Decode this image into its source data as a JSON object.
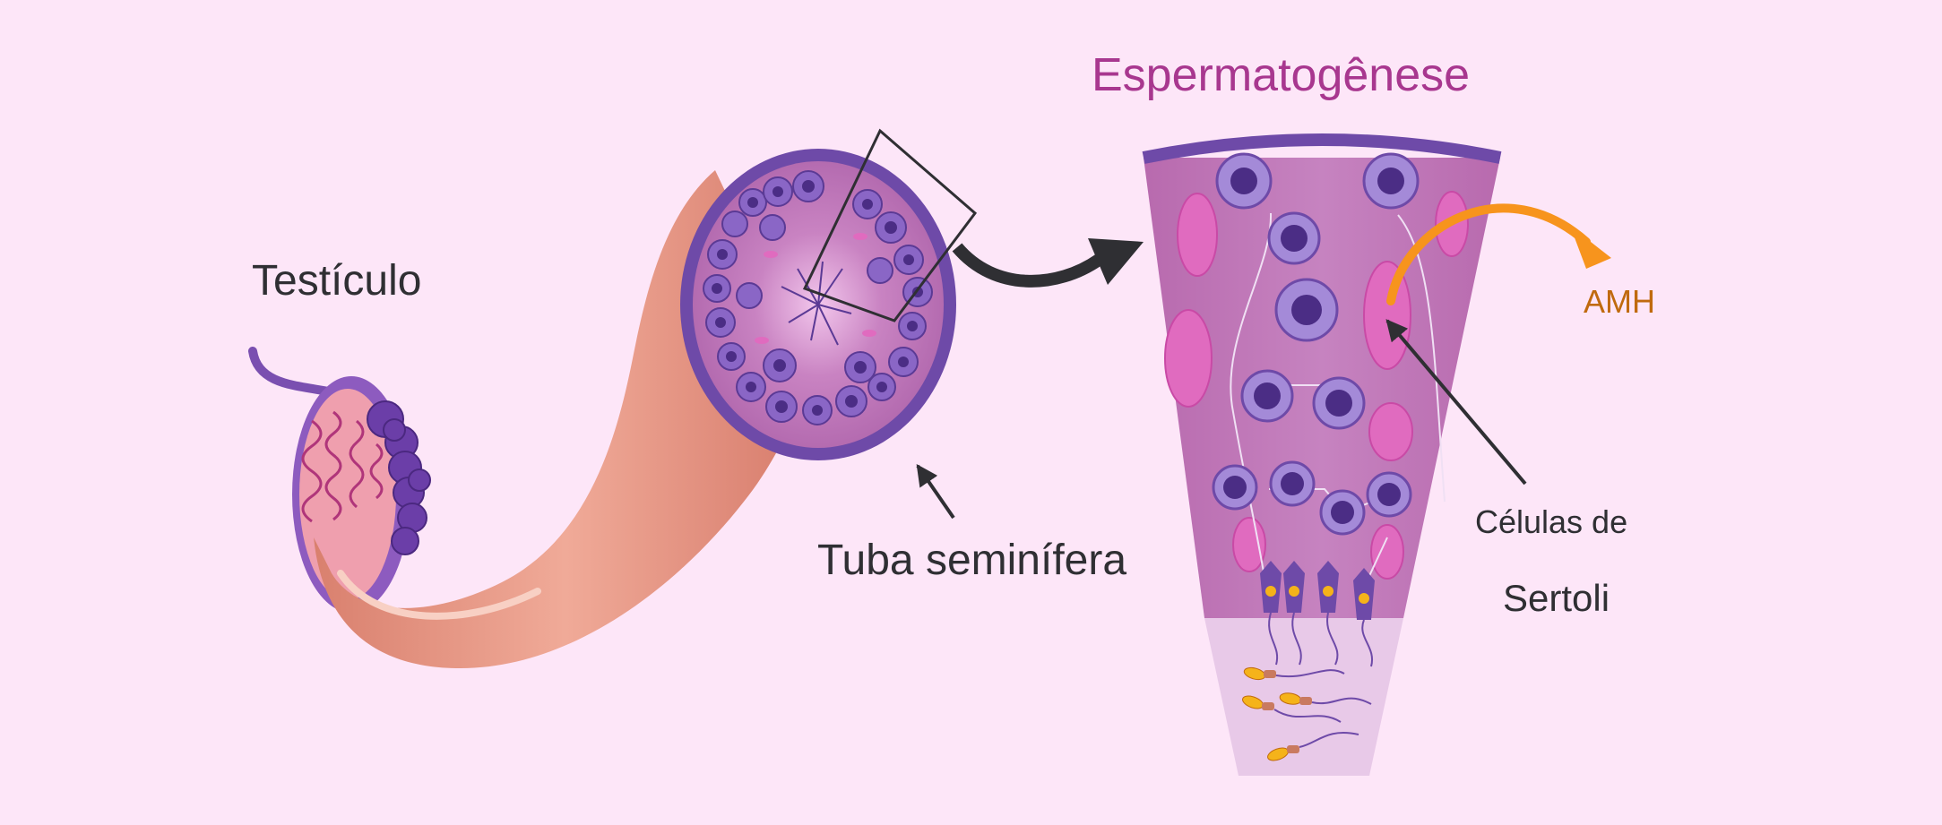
{
  "title": "Espermatogênese",
  "labels": {
    "testiculo": "Testículo",
    "tuba": "Tuba seminífera",
    "amh": "AMH",
    "celulas_line1": "Células de",
    "celulas_line2": "Sertoli"
  },
  "colors": {
    "background": "#fde6f8",
    "title": "#a8378f",
    "amh_arrow": "#f7941d",
    "tubule_wall": "#6e4aa8",
    "tissue": "#c07ab8",
    "sertoli_cell": "#e06bbf",
    "germ_cell": "#9a80d4",
    "duct": "#e39a8a"
  }
}
